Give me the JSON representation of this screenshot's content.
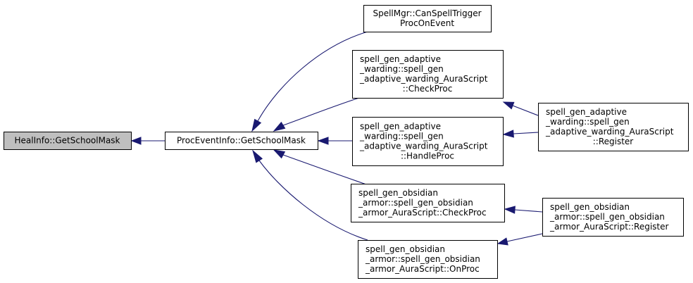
{
  "title": "HealInfo::GetSchoolMask caller graph",
  "colors": {
    "edge": "#191970",
    "node_border": "#000000",
    "node_fill": "#ffffff",
    "highlight_fill": "#bfbfbf"
  },
  "nodes": [
    {
      "id": "healinfo",
      "lines": [
        "HealInfo::GetSchoolMask"
      ],
      "highlight": true,
      "align": "middle"
    },
    {
      "id": "proceventinfo",
      "lines": [
        "ProcEventInfo::GetSchoolMask"
      ],
      "highlight": false,
      "align": "middle"
    },
    {
      "id": "spellmgr",
      "lines": [
        "SpellMgr::CanSpellTrigger",
        "ProcOnEvent"
      ],
      "highlight": false,
      "align": "middle"
    },
    {
      "id": "adaptive-checkproc",
      "lines": [
        "spell_gen_adaptive",
        "_warding::spell_gen",
        "_adaptive_warding_AuraScript",
        "::CheckProc"
      ],
      "highlight": false,
      "align": "start-last-middle"
    },
    {
      "id": "adaptive-handleproc",
      "lines": [
        "spell_gen_adaptive",
        "_warding::spell_gen",
        "_adaptive_warding_AuraScript",
        "::HandleProc"
      ],
      "highlight": false,
      "align": "start-last-middle"
    },
    {
      "id": "obsidian-checkproc",
      "lines": [
        "spell_gen_obsidian",
        "_armor::spell_gen_obsidian",
        "_armor_AuraScript::CheckProc"
      ],
      "highlight": false,
      "align": "start"
    },
    {
      "id": "obsidian-onproc",
      "lines": [
        "spell_gen_obsidian",
        "_armor::spell_gen_obsidian",
        "_armor_AuraScript::OnProc"
      ],
      "highlight": false,
      "align": "start"
    },
    {
      "id": "adaptive-register",
      "lines": [
        "spell_gen_adaptive",
        "_warding::spell_gen",
        "_adaptive_warding_AuraScript",
        "::Register"
      ],
      "highlight": false,
      "align": "start-last-middle"
    },
    {
      "id": "obsidian-register",
      "lines": [
        "spell_gen_obsidian",
        "_armor::spell_gen_obsidian",
        "_armor_AuraScript::Register"
      ],
      "highlight": false,
      "align": "start"
    }
  ],
  "edges": [
    {
      "from": "proceventinfo",
      "to": "healinfo"
    },
    {
      "from": "spellmgr",
      "to": "proceventinfo"
    },
    {
      "from": "adaptive-checkproc",
      "to": "proceventinfo"
    },
    {
      "from": "adaptive-handleproc",
      "to": "proceventinfo"
    },
    {
      "from": "obsidian-checkproc",
      "to": "proceventinfo"
    },
    {
      "from": "obsidian-onproc",
      "to": "proceventinfo"
    },
    {
      "from": "adaptive-register",
      "to": "adaptive-checkproc"
    },
    {
      "from": "adaptive-register",
      "to": "adaptive-handleproc"
    },
    {
      "from": "obsidian-register",
      "to": "obsidian-checkproc"
    },
    {
      "from": "obsidian-register",
      "to": "obsidian-onproc"
    }
  ]
}
